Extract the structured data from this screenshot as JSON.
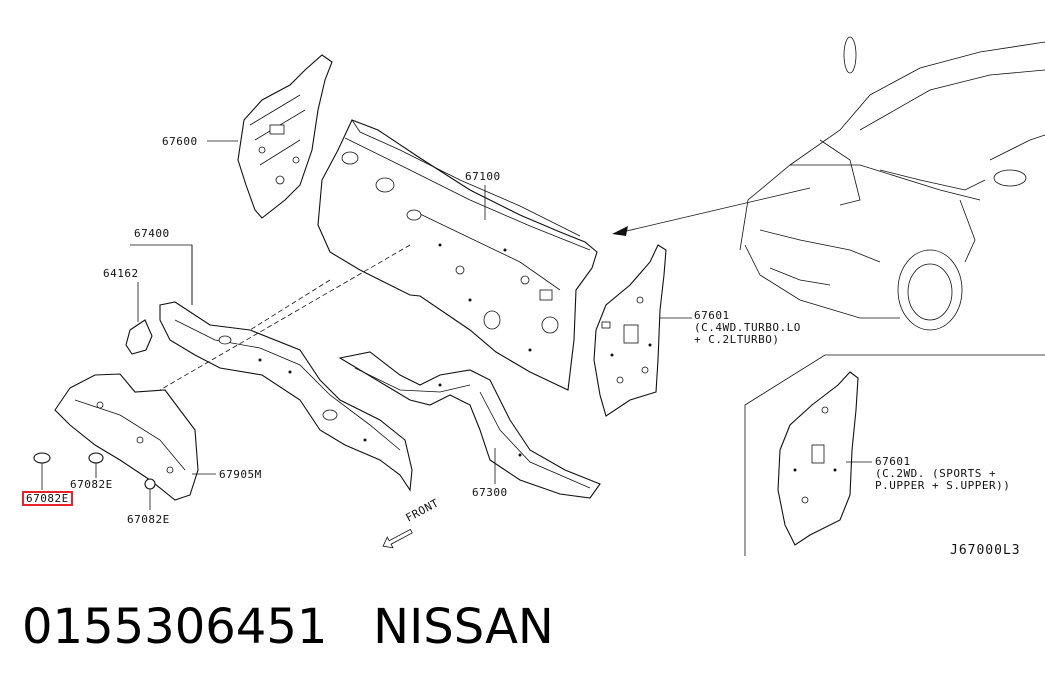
{
  "labels": {
    "p67600": "67600",
    "p67100": "67100",
    "p67400": "67400",
    "p64162": "64162",
    "p67601_a": "67601",
    "p67601_a_note1": "(C.4WD.TURBO.LO",
    "p67601_a_note2": "+ C.2LTURBO)",
    "p67905m": "67905M",
    "p67082e_left": "67082E",
    "p67082e_mid": "67082E",
    "p67082e_bottom": "67082E",
    "p67300": "67300",
    "front": "FRONT",
    "p67601_b": "67601",
    "p67601_b_note1": "(C.2WD. (SPORTS +",
    "p67601_b_note2": "P.UPPER + S.UPPER))",
    "diagram_code": "J67000L3"
  },
  "footer": {
    "part_number": "0155306451",
    "brand": "NISSAN"
  },
  "colors": {
    "highlight": "#e8212b",
    "line": "#111111"
  }
}
